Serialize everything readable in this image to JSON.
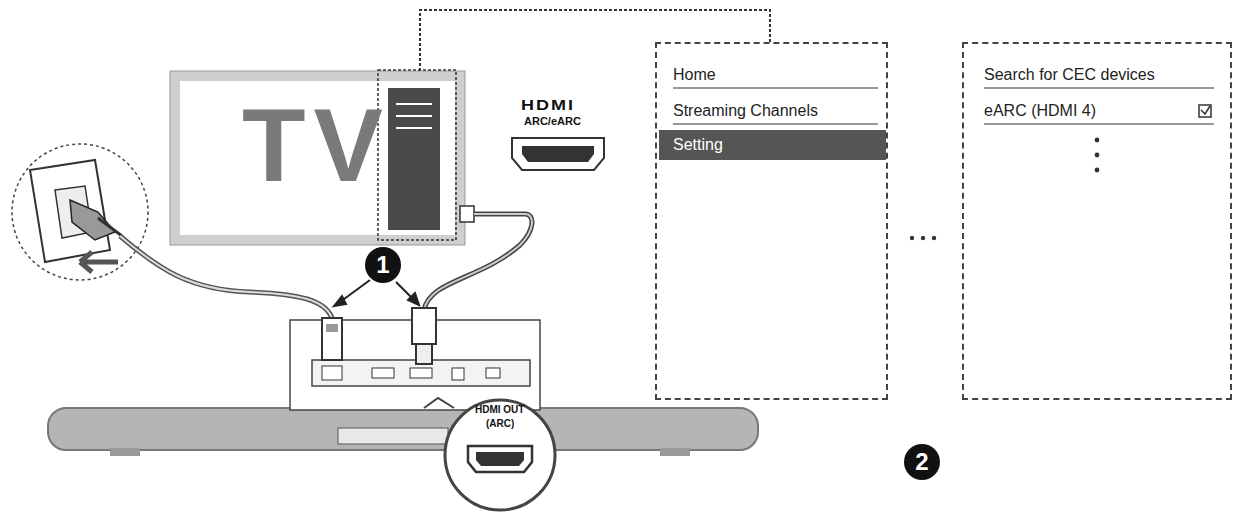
{
  "diagram": {
    "nodes": [
      {
        "text": [
          "TV"
        ]
      },
      {
        "text": [
          "Home",
          "Streaming Channels"
        ]
      },
      {
        "text": [
          "Setting"
        ],
        "in": 1
      },
      {
        "text": [
          "Search for CEC devices",
          "eARC (HDMI 4)"
        ]
      },
      {
        "text": [
          "HDMI OUT",
          "(ARC)"
        ]
      }
    ],
    "edges": [
      {
        "from": 0,
        "to": 1,
        "arrow": "none"
      }
    ],
    "labels": [
      "HDMI",
      "ARC/eARC",
      "1",
      "2"
    ]
  }
}
